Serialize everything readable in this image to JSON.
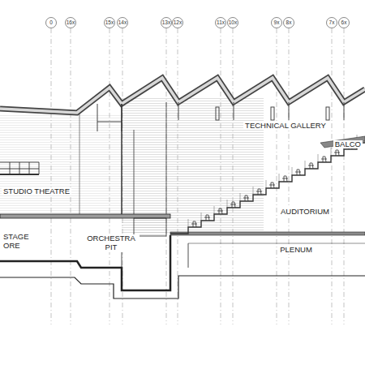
{
  "diagram": {
    "labels": [
      "0",
      "16x",
      "15x",
      "14x",
      "13x",
      "12x",
      "11x",
      "10x",
      "9x",
      "8x",
      "7x",
      "6x",
      "TECHNICAL GALLERY",
      "BALCO",
      "STUDIO THEATRE",
      "AUDITORIUM",
      "STAGE ORE",
      "ORCHESTRA PIT",
      "PLENUM"
    ]
  }
}
